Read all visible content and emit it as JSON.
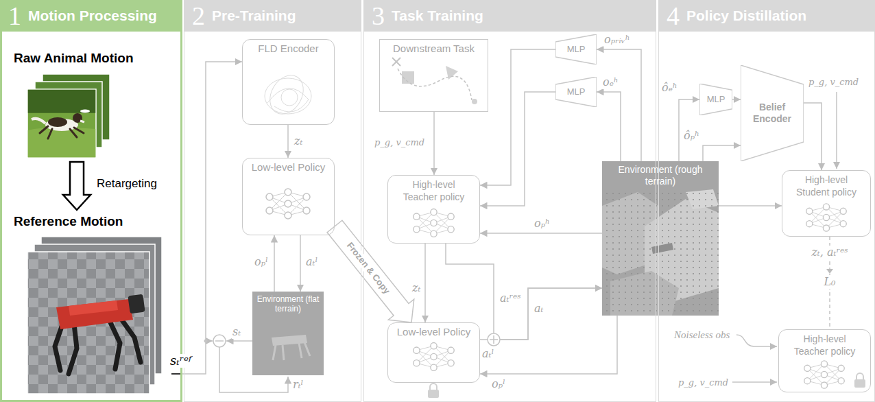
{
  "diagram": {
    "nodes": [
      {
        "text": [
          "1",
          "Motion Processing"
        ]
      },
      {
        "text": [
          "Raw Animal Motion"
        ],
        "in": 0
      },
      {
        "text": [
          "Reference Motion"
        ],
        "in": 0
      },
      {
        "text": [
          "2",
          "Pre-Training"
        ]
      },
      {
        "text": [
          "FLD Encoder"
        ],
        "in": 3
      },
      {
        "text": [
          "Low-level Policy"
        ],
        "in": 3
      },
      {
        "text": [
          "Environment (flat terrain)"
        ],
        "in": 3
      },
      {
        "text": [
          "3",
          "Task Training"
        ]
      },
      {
        "text": [
          "Downstream Task"
        ],
        "in": 7
      },
      {
        "text": [
          "High-level Teacher policy"
        ],
        "in": 7
      },
      {
        "text": [
          "Low-level Policy"
        ],
        "in": 7
      },
      {
        "text": [
          "MLP"
        ],
        "in": 7
      },
      {
        "text": [
          "MLP"
        ],
        "in": 7
      },
      {
        "text": [
          "Environment (rough terrain)"
        ]
      },
      {
        "text": [
          "4",
          "Policy Distillation"
        ]
      },
      {
        "text": [
          "MLP"
        ],
        "in": 14
      },
      {
        "text": [
          "Belief Encoder"
        ],
        "in": 14
      },
      {
        "text": [
          "High-level Student policy"
        ],
        "in": 14
      },
      {
        "text": [
          "High-level Teacher policy"
        ],
        "in": 14
      }
    ],
    "edges": [
      {
        "from": 1,
        "to": 2,
        "arrow": "to",
        "label": "Retargeting"
      },
      {
        "from": 2,
        "to": 4,
        "arrow": "to",
        "label": "sₜʳᵉᶠ"
      },
      {
        "from": 4,
        "to": 5,
        "arrow": "to",
        "label": "zₜ"
      },
      {
        "from": 5,
        "to": 6,
        "arrow": "to",
        "label": "aₜˡ"
      },
      {
        "from": 6,
        "to": 5,
        "arrow": "to",
        "label": "oₚˡ"
      },
      {
        "from": 5,
        "to": 10,
        "arrow": "to",
        "label": "Frozen & Copy"
      },
      {
        "from": 8,
        "to": 9,
        "arrow": "to",
        "label": "p_g, v_cmd"
      },
      {
        "from": 9,
        "to": 10,
        "arrow": "to",
        "label": "zₜ"
      },
      {
        "from": 9,
        "to": 13,
        "arrow": "to",
        "label": "aₜʳᵉˢ"
      },
      {
        "from": 10,
        "to": 13,
        "arrow": "to",
        "label": "aₜˡ"
      },
      {
        "from": 13,
        "to": 10,
        "arrow": "to",
        "label": "oₚˡ"
      },
      {
        "from": 13,
        "to": 9,
        "arrow": "to",
        "label": "oₚʰ"
      },
      {
        "from": 13,
        "to": 11,
        "arrow": "to",
        "label": "oₚᵣᵢᵥʰ"
      },
      {
        "from": 11,
        "to": 9,
        "arrow": "to"
      },
      {
        "from": 13,
        "to": 12,
        "arrow": "to",
        "label": "oₑʰ"
      },
      {
        "from": 12,
        "to": 9,
        "arrow": "to"
      },
      {
        "from": 13,
        "to": 15,
        "arrow": "to",
        "label": "ôₑʰ"
      },
      {
        "from": 15,
        "to": 16,
        "arrow": "to"
      },
      {
        "from": 13,
        "to": 16,
        "arrow": "to",
        "label": "ôₚʰ"
      },
      {
        "from": 13,
        "to": 17,
        "arrow": "to"
      },
      {
        "from": 16,
        "to": 17,
        "arrow": "to"
      },
      {
        "from": 17,
        "to": 18,
        "arrow": "none",
        "label": "zₜ, aₜʳᵉˢ"
      }
    ],
    "labels": [
      "sₜ",
      "rₜˡ",
      "aₜ",
      "p_g, v_cmd",
      "L₀",
      "Noiseless obs",
      "p_g, v_cmd"
    ]
  }
}
